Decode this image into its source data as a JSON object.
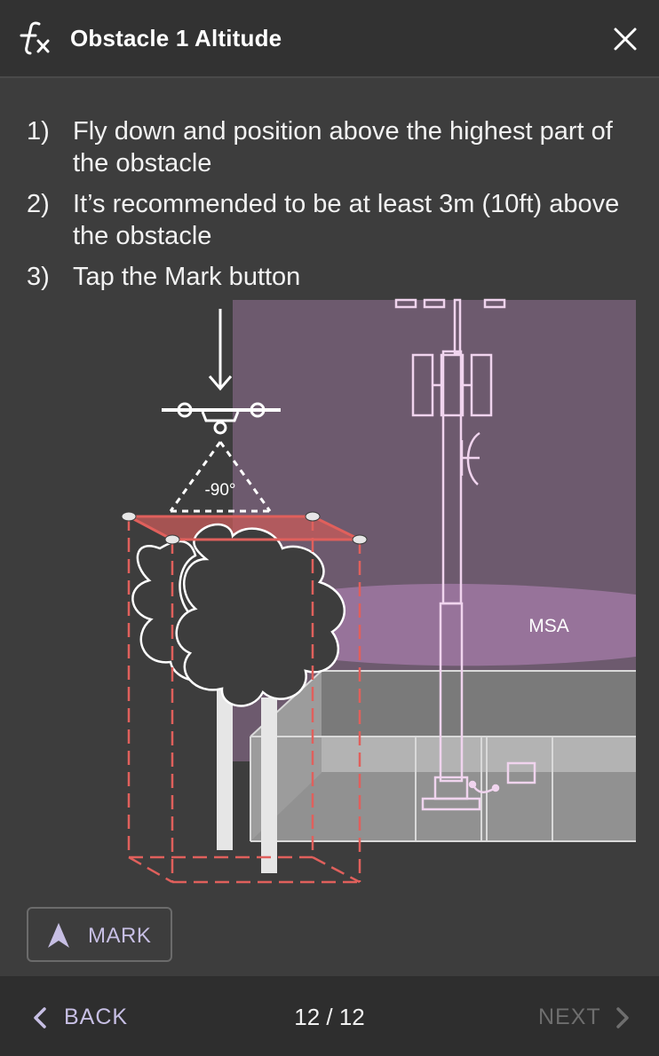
{
  "header": {
    "title": "Obstacle 1 Altitude",
    "icon": "function-fx-icon",
    "close_icon": "close-icon"
  },
  "steps": [
    {
      "num": "1)",
      "text": "Fly down and position above the highest part of the obstacle"
    },
    {
      "num": "2)",
      "text": "It’s recommended to be at least 3m (10ft) above the obstacle"
    },
    {
      "num": "3)",
      "text": "Tap the Mark button"
    }
  ],
  "illustration": {
    "angle_label": "-90°",
    "msa_label": "MSA"
  },
  "mark_button": {
    "label": "MARK",
    "icon": "navigation-arrow-icon"
  },
  "footer": {
    "back_label": "BACK",
    "page": "12 / 12",
    "next_label": "NEXT"
  },
  "colors": {
    "background": "#3d3d3d",
    "accent": "#c7bfe4",
    "obstacle_box": "#e0605c",
    "msa_zone": "#6d5a6e",
    "msa_ellipse": "#97739a",
    "disabled": "#6e6e6e"
  }
}
